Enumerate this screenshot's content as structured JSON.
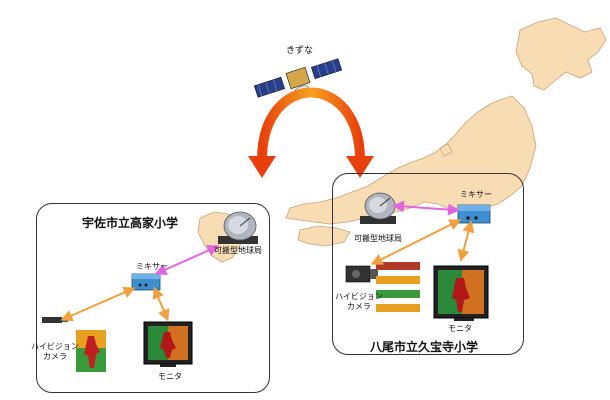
{
  "satellite": {
    "name": "きずな",
    "name_color": "#222222"
  },
  "colors": {
    "land": "#f8ddb4",
    "land_stroke": "#c7a27a",
    "arrow_orange": "#f07a10",
    "arrow_red": "#e02a10",
    "link_orange": "#f0a040",
    "link_pink": "#e066e0",
    "device_blue": "#3d8fd0"
  },
  "left_site": {
    "title": "宇佐市立高家小学",
    "mixer_label": "ミキサー",
    "ground_station_label": "可搬型地球局",
    "camera_label": "ハイビジョン\nカメラ",
    "monitor_label": "モニタ"
  },
  "right_site": {
    "title": "八尾市立久宝寺小学",
    "mixer_label": "ミキサー",
    "ground_station_label": "可搬型地球局",
    "camera_label": "ハイビジョン\nカメラ",
    "monitor_label": "モニタ"
  }
}
